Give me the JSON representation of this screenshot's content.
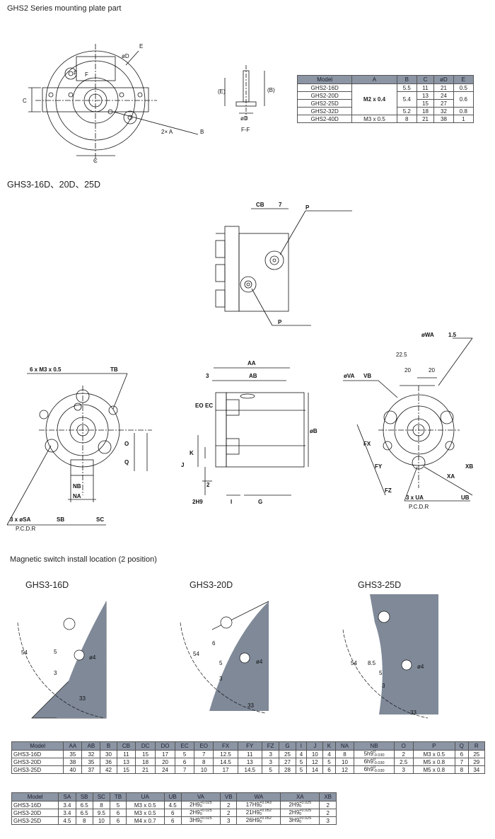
{
  "headings": {
    "ghs2": "GHS2 Series mounting plate part",
    "ghs3": "GHS3-16D、20D、25D",
    "magnetic": "Magnetic switch install location (2 position)",
    "mag16": "GHS3-16D",
    "mag20": "GHS3-20D",
    "mag25": "GHS3-25D"
  },
  "labels": {
    "e": "E",
    "phiD": "øD",
    "f1": "F",
    "f2": "F",
    "c1": "C",
    "c2": "C",
    "twoxA": "2× A",
    "b1": "B",
    "e2": "(E)",
    "b2": "(B)",
    "phiD2": "øD",
    "ff": "F-F",
    "cb": "CB",
    "seven": "7",
    "p1": "P",
    "p2": "P",
    "m3": "6 x M3 x 0.5",
    "tb": "TB",
    "o": "O",
    "q": "Q",
    "nb": "NB",
    "na": "NA",
    "sa": "3 x øSA",
    "sb": "SB",
    "sc": "SC",
    "pcd1": "P.C.D.R",
    "aa": "AA",
    "ab": "AB",
    "three": "3",
    "eo": "EO",
    "ec": "EC",
    "phiB": "øB",
    "k": "K",
    "j": "J",
    "two": "2",
    "h9": "2H9",
    "i": "I",
    "g": "G",
    "wa": "øWA",
    "w15": "1.5",
    "w225": "22.5",
    "va": "øVA",
    "vb": "VB",
    "w20a": "20",
    "w20b": "20",
    "fx": "FX",
    "fy": "FY",
    "fz": "FZ",
    "xa": "XA",
    "xb": "XB",
    "ua": "3 x UA",
    "ub": "UB",
    "pcd2": "P.C.D.R",
    "m16_54": "54",
    "m16_5": "5",
    "m16_3": "3",
    "m16_phi4": "ø4",
    "m16_33": "33",
    "m20_54": "54",
    "m20_6": "6",
    "m20_5": "5",
    "m20_3": "3",
    "m20_phi4": "ø4",
    "m20_33": "33",
    "m25_54": "54",
    "m25_85": "8.5",
    "m25_5": "5",
    "m25_3": "3",
    "m25_phi4": "ø4",
    "m25_33": "33"
  },
  "table1": {
    "headers": [
      "Model",
      "A",
      "B",
      "C",
      "øD",
      "E"
    ],
    "rows": [
      {
        "model": "GHS2-16D",
        "B": "5.5",
        "C": "11",
        "D": "21"
      },
      {
        "model": "GHS2-20D",
        "C": "13",
        "D": "24"
      },
      {
        "model": "GHS2-25D",
        "C": "15",
        "D": "27"
      },
      {
        "model": "GHS2-32D",
        "B": "5.2",
        "C": "18",
        "D": "32",
        "E": "0.8"
      },
      {
        "model": "GHS2-40D",
        "A": "M3 x 0.5",
        "B": "8",
        "C": "21",
        "D": "38",
        "E": "1"
      }
    ],
    "A_m2": "M2 x 0.4",
    "B_54": "5.4",
    "E_05": "0.5",
    "E_06": "0.6"
  },
  "table2": {
    "headers": [
      "Model",
      "AA",
      "AB",
      "B",
      "CB",
      "DC",
      "DO",
      "EC",
      "EO",
      "FX",
      "FY",
      "FZ",
      "G",
      "I",
      "J",
      "K",
      "NA",
      "NB",
      "O",
      "P",
      "Q",
      "R"
    ],
    "rows": [
      [
        "GHS3-16D",
        "35",
        "32",
        "30",
        "11",
        "15",
        "17",
        "5",
        "7",
        "12.5",
        "11",
        "3",
        "25",
        "4",
        "10",
        "4",
        "8",
        "5h9",
        "2",
        "M3 x 0.5",
        "6",
        "25"
      ],
      [
        "GHS3-20D",
        "38",
        "35",
        "36",
        "13",
        "18",
        "20",
        "6",
        "8",
        "14.5",
        "13",
        "3",
        "27",
        "5",
        "12",
        "5",
        "10",
        "6h9",
        "2.5",
        "M5 x 0.8",
        "7",
        "29"
      ],
      [
        "GHS3-25D",
        "40",
        "37",
        "42",
        "15",
        "21",
        "24",
        "7",
        "10",
        "17",
        "14.5",
        "5",
        "28",
        "5",
        "14",
        "6",
        "12",
        "6h9",
        "3",
        "M5 x 0.8",
        "8",
        "34"
      ]
    ],
    "nb_tol_hi": "0",
    "nb_tol_lo": "-0.030"
  },
  "table3": {
    "headers": [
      "Model",
      "SA",
      "SB",
      "SC",
      "TB",
      "UA",
      "UB",
      "VA",
      "VB",
      "WA",
      "XA",
      "XB"
    ],
    "rows": [
      {
        "cells": [
          "GHS3-16D",
          "3.4",
          "6.5",
          "8",
          "5",
          "M3 x 0.5",
          "4.5"
        ],
        "va": "2H9",
        "va_hi": "+0.025",
        "vb": "2",
        "wa": "17H9",
        "wa_hi": "+0.043",
        "xa": "2H9",
        "xa_hi": "+0.025",
        "xb": "2"
      },
      {
        "cells": [
          "GHS3-20D",
          "3.4",
          "6.5",
          "9.5",
          "6",
          "M3 x 0.5",
          "6"
        ],
        "va": "2H9",
        "va_hi": "+0.025",
        "vb": "2",
        "wa": "21H9",
        "wa_hi": "+0.052",
        "xa": "2H9",
        "xa_hi": "+0.025",
        "xb": "2"
      },
      {
        "cells": [
          "GHS3-25D",
          "4.5",
          "8",
          "10",
          "6",
          "M4 x 0.7",
          "6"
        ],
        "va": "3H9",
        "va_hi": "+0.025",
        "vb": "3",
        "wa": "26H9",
        "wa_hi": "+0.052",
        "xa": "3H9",
        "xa_hi": "+0.025",
        "xb": "3"
      }
    ],
    "tol_lo": "0"
  },
  "colors": {
    "header_bg": "#8c95a4",
    "sensor_fill": "#7f8998"
  }
}
